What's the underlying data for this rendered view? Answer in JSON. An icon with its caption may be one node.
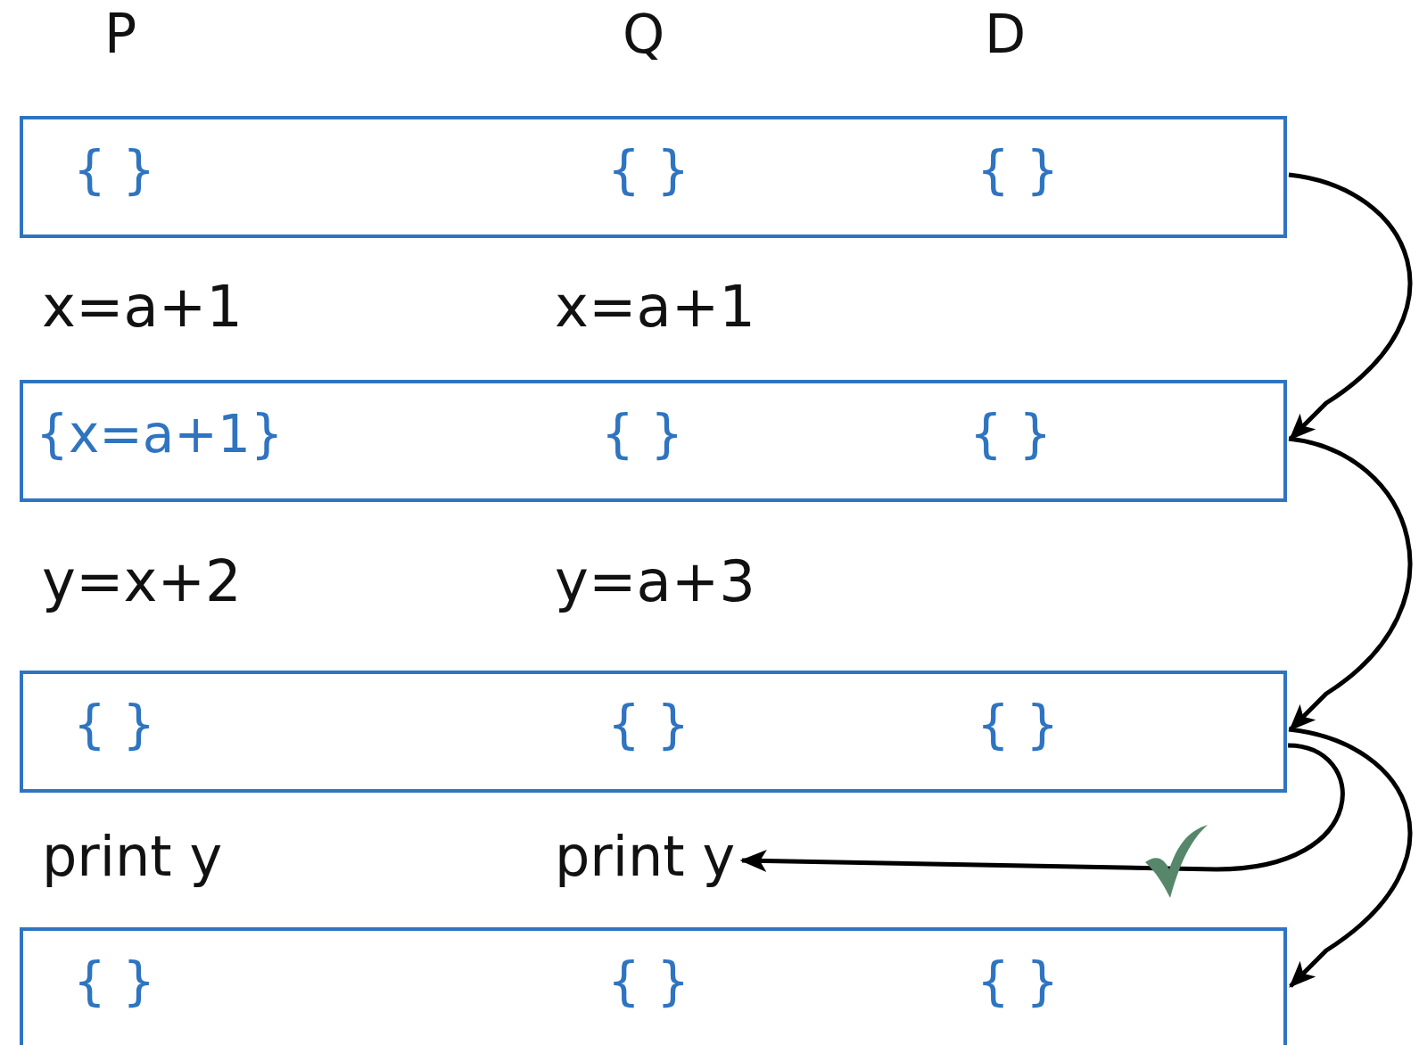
{
  "diagram": {
    "nodes": [
      {
        "text": [
          "{ }",
          "{ }",
          "{ }"
        ]
      },
      {
        "text": [
          "{x=a+1}",
          "{ }",
          "{ }"
        ]
      },
      {
        "text": [
          "{ }",
          "{ }",
          "{ }"
        ]
      },
      {
        "text": [
          "print y"
        ]
      },
      {
        "text": [
          "{ }",
          "{ }",
          "{ }"
        ]
      }
    ],
    "edges": [
      {
        "from": 0,
        "to": 1,
        "arrow": "to"
      },
      {
        "from": 1,
        "to": 2,
        "arrow": "to"
      },
      {
        "from": 2,
        "to": 4,
        "arrow": "to"
      },
      {
        "from": 2,
        "to": 3,
        "arrow": "to"
      }
    ],
    "labels": [
      "P",
      "Q",
      "D",
      "x=a+1",
      "x=a+1",
      "y=x+2",
      "y=a+3",
      "print y"
    ]
  }
}
